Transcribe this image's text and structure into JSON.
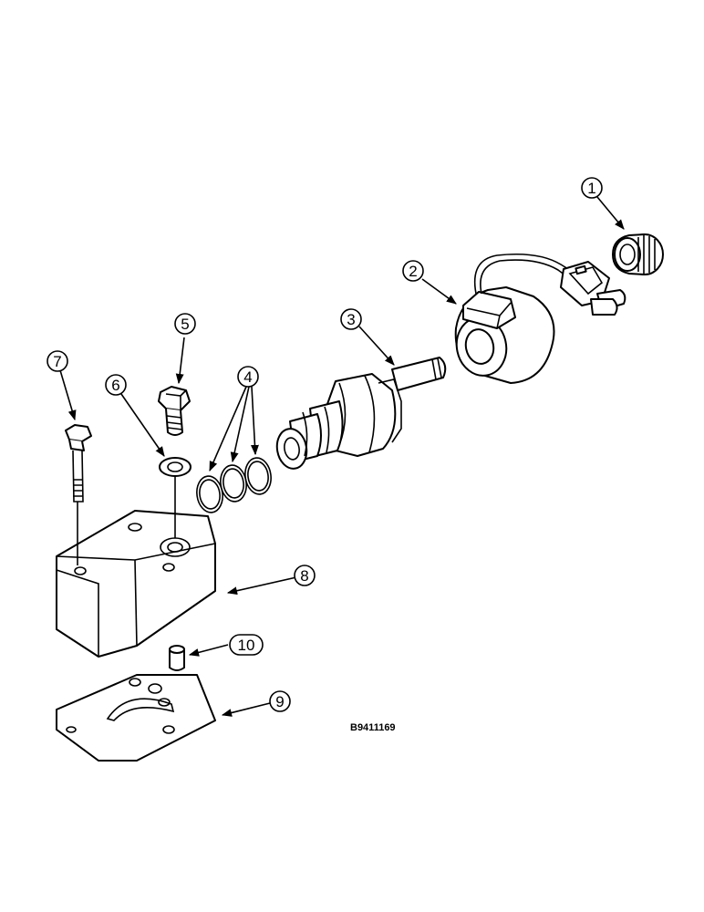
{
  "drawing_number": "B9411169",
  "callouts": [
    {
      "label": "1",
      "part": "connector-nut"
    },
    {
      "label": "2",
      "part": "solenoid-coil"
    },
    {
      "label": "3",
      "part": "cartridge-valve"
    },
    {
      "label": "4",
      "part": "o-rings"
    },
    {
      "label": "5",
      "part": "plug-fitting"
    },
    {
      "label": "6",
      "part": "washer"
    },
    {
      "label": "7",
      "part": "cap-screw"
    },
    {
      "label": "8",
      "part": "valve-body"
    },
    {
      "label": "9",
      "part": "gasket-plate"
    },
    {
      "label": "10",
      "part": "dowel-pin"
    }
  ]
}
